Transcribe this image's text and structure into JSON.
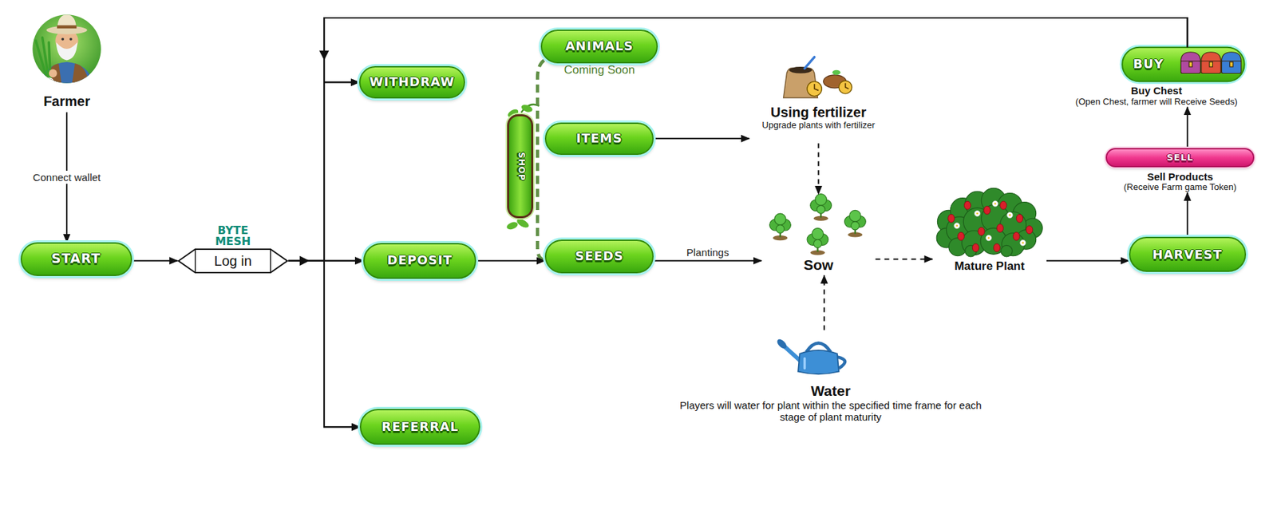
{
  "diagram": {
    "nodes": [
      {
        "text": [
          "Farmer"
        ]
      },
      {
        "text": [
          "START"
        ]
      },
      {
        "text": [
          "BYTE MESH",
          "Log in"
        ]
      },
      {
        "text": [
          "WITHDRAW"
        ]
      },
      {
        "text": [
          "ANIMALS",
          "Coming Soon"
        ]
      },
      {
        "text": [
          "SHOP"
        ]
      },
      {
        "text": [
          "ITEMS"
        ]
      },
      {
        "text": [
          "Using fertilizer",
          "Upgrade plants with fertilizer"
        ]
      },
      {
        "text": [
          "BUY",
          "Buy Chest",
          "(Open Chest, farmer will Receive Seeds)"
        ]
      },
      {
        "text": [
          "SELL",
          "Sell Products",
          "(Receive Farm game Token)"
        ]
      },
      {
        "text": [
          "DEPOSIT"
        ]
      },
      {
        "text": [
          "SEEDS"
        ]
      },
      {
        "text": [
          "Sow"
        ]
      },
      {
        "text": [
          "Mature Plant"
        ]
      },
      {
        "text": [
          "HARVEST"
        ]
      },
      {
        "text": [
          "Water",
          "Players will water for plant within the specified time frame for each stage of plant maturity"
        ]
      },
      {
        "text": [
          "REFERRAL"
        ]
      }
    ],
    "edges": [
      {
        "from": 0,
        "to": 1,
        "label": "Connect wallet",
        "arrow": "to"
      },
      {
        "from": 1,
        "to": 2,
        "arrow": "to"
      },
      {
        "from": 2,
        "to": 3,
        "arrow": "to"
      },
      {
        "from": 2,
        "to": 10,
        "arrow": "to"
      },
      {
        "from": 2,
        "to": 16,
        "arrow": "to"
      },
      {
        "from": 8,
        "to": 3,
        "arrow": "to"
      },
      {
        "from": 8,
        "to": 10,
        "arrow": "to"
      },
      {
        "from": 8,
        "to": 16,
        "arrow": "to"
      },
      {
        "from": 10,
        "to": 11,
        "arrow": "to"
      },
      {
        "from": 6,
        "to": 7,
        "arrow": "to"
      },
      {
        "from": 7,
        "to": 12,
        "arrow": "to"
      },
      {
        "from": 11,
        "to": 12,
        "label": "Plantings",
        "arrow": "to"
      },
      {
        "from": 15,
        "to": 12,
        "arrow": "to"
      },
      {
        "from": 12,
        "to": 13,
        "arrow": "to"
      },
      {
        "from": 13,
        "to": 14,
        "arrow": "to"
      },
      {
        "from": 14,
        "to": 9,
        "arrow": "to"
      },
      {
        "from": 9,
        "to": 8,
        "arrow": "to"
      }
    ]
  }
}
